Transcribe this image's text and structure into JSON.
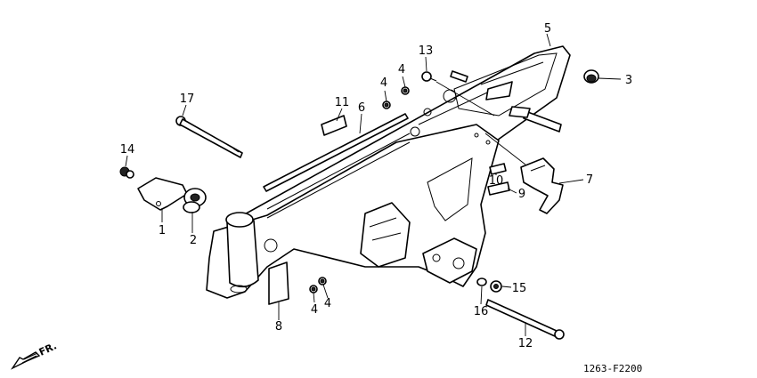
{
  "callouts": [
    "1",
    "2",
    "3",
    "4",
    "4",
    "4",
    "4",
    "5",
    "6",
    "7",
    "8",
    "9",
    "10",
    "11",
    "12",
    "13",
    "14",
    "15",
    "16",
    "17"
  ],
  "direction_label": "FR.",
  "diagram_code": "1263-F2200"
}
